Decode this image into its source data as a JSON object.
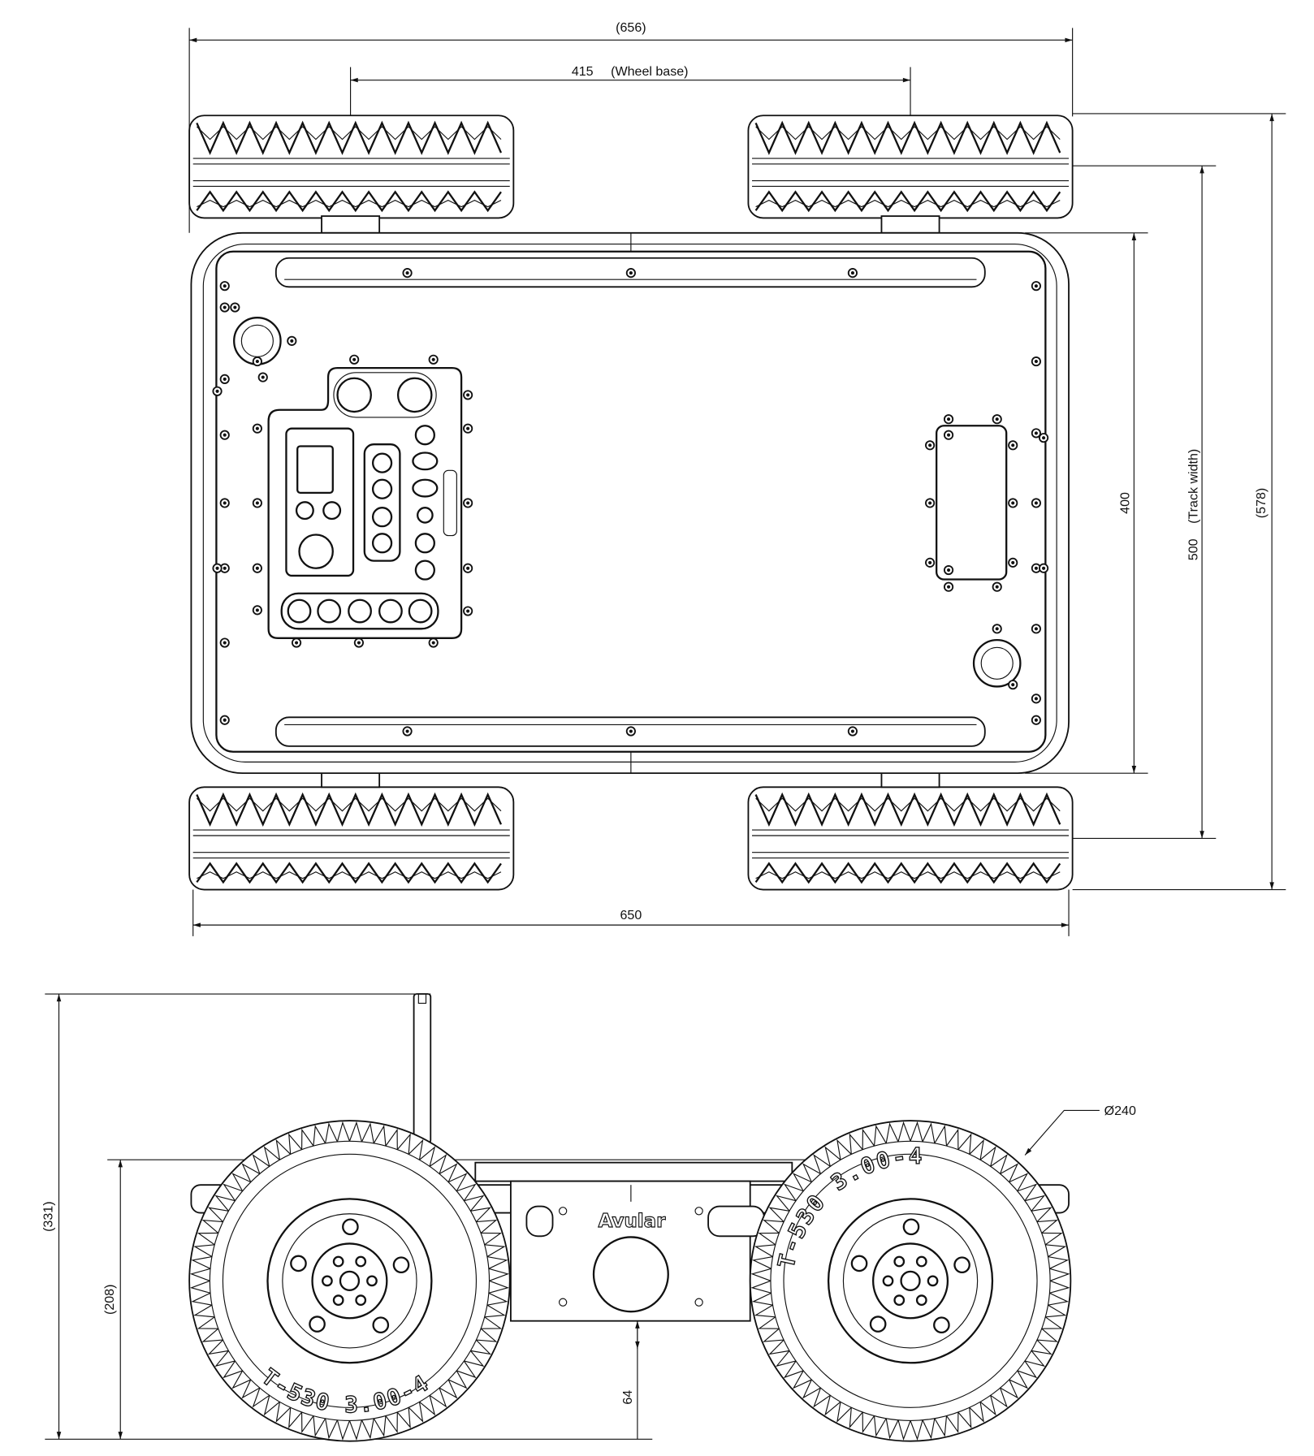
{
  "top_view": {
    "overall_length": "(656)",
    "wheel_base_value": "415",
    "wheel_base_label": "(Wheel base)",
    "body_length": "650",
    "body_width": "400",
    "track_width_value": "500",
    "track_width_label": "(Track width)",
    "overall_width": "(578)"
  },
  "side_view": {
    "overall_height": "(331)",
    "body_height": "(208)",
    "ground_clearance": "64",
    "wheel_diameter": "Ø240",
    "logo_text": "Avular",
    "tire_marking": "T-530 3.00-4"
  },
  "colors": {
    "line": "#111111",
    "background": "#ffffff"
  }
}
